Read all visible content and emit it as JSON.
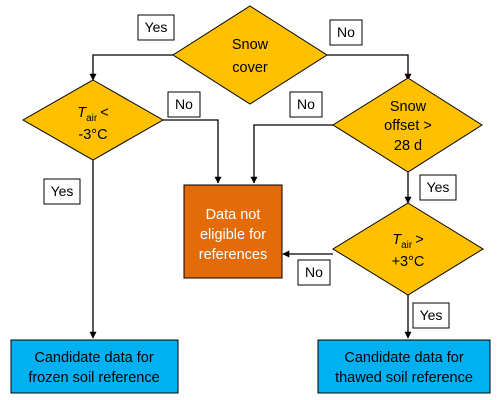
{
  "colors": {
    "decision_fill": "#FFC000",
    "process_fill": "#E36C09",
    "terminal_fill": "#00B0F0",
    "stroke": "#000000"
  },
  "nodes": {
    "snow_cover": {
      "line1": "Snow",
      "line2": "cover"
    },
    "tair_low": {
      "t": "T",
      "sub": "air",
      "op": "<",
      "line2": "-3°C"
    },
    "snow_offset": {
      "line1": "Snow",
      "line2": "offset >",
      "line3": "28 d"
    },
    "tair_high": {
      "t": "T",
      "sub": "air",
      "op": ">",
      "line2": "+3°C"
    },
    "not_eligible": {
      "line1": "Data not",
      "line2": "eligible for",
      "line3": "references"
    },
    "frozen": {
      "line1": "Candidate data for",
      "line2": "frozen soil reference"
    },
    "thawed": {
      "line1": "Candidate data for",
      "line2": "thawed soil reference"
    }
  },
  "labels": {
    "snow_cover_yes": "Yes",
    "snow_cover_no": "No",
    "tair_low_no": "No",
    "tair_low_yes": "Yes",
    "snow_offset_no": "No",
    "snow_offset_yes": "Yes",
    "tair_high_no": "No",
    "tair_high_yes": "Yes"
  }
}
